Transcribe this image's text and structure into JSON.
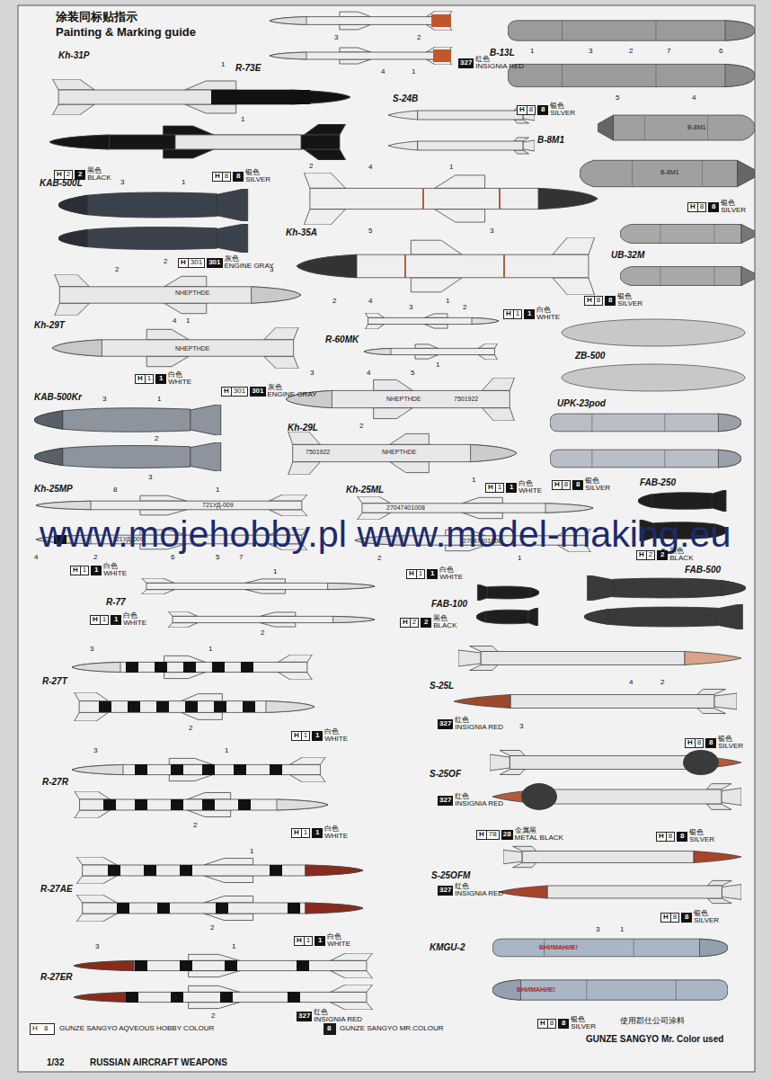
{
  "diagram": {
    "labels": [
      "涂装同标贴指示",
      "Painting & Marking guide",
      "Kh-31P",
      "1",
      "1",
      "2",
      "H",
      "2",
      "2",
      "黑色",
      "BLACK",
      "H",
      "8",
      "8",
      "银色",
      "SILVER",
      "KAB-500L",
      "3",
      "1",
      "2",
      "H",
      "301",
      "301",
      "灰色",
      "ENGINE GRAY",
      "Kh-29T",
      "2",
      "3",
      "NHEPTHDE",
      "4",
      "1",
      "NHEPTHDE",
      "H",
      "1",
      "1",
      "白色",
      "WHITE",
      "KAB-500Kr",
      "3",
      "1",
      "H",
      "301",
      "301",
      "灰色",
      "ENGINE GRAY",
      "2",
      "3",
      "Kh-25MP",
      "8",
      "1",
      "721УД-009",
      "721УД-009",
      "4",
      "2",
      "6",
      "5",
      "7",
      "H",
      "1",
      "1",
      "白色",
      "WHITE",
      "www.mojehobby.pl www.model-making.eu",
      "R-77",
      "1",
      "2",
      "H",
      "1",
      "1",
      "白色",
      "WHITE",
      "R-27T",
      "3",
      "1",
      "2",
      "H",
      "1",
      "1",
      "白色",
      "WHITE",
      "R-27R",
      "3",
      "1",
      "2",
      "H",
      "1",
      "1",
      "白色",
      "WHITE",
      "R-27AE",
      "1",
      "2",
      "H",
      "1",
      "1",
      "白色",
      "WHITE",
      "R-27ER",
      "3",
      "1",
      "2",
      "327",
      "红色",
      "INSIGNIA RED",
      "R-73E",
      "3",
      "2",
      "4",
      "1",
      "327",
      "红色",
      "INSIGNIA RED",
      "S-24B",
      "Kh-35A",
      "4",
      "1",
      "5",
      "3",
      "2",
      "4",
      "1",
      "H",
      "1",
      "1",
      "白色",
      "WHITE",
      "R-60MK",
      "3",
      "2",
      "1",
      "Kh-29L",
      "3",
      "4",
      "5",
      "NHEPTHDE",
      "7501922",
      "2",
      "7501922",
      "NHEPTHDE",
      "1",
      "H",
      "1",
      "1",
      "白色",
      "WHITE",
      "Kh-25ML",
      "27047401008",
      "27047401008",
      "2",
      "1",
      "H",
      "1",
      "1",
      "白色",
      "WHITE",
      "FAB-100",
      "H",
      "2",
      "2",
      "黑色",
      "BLACK",
      "B-13L",
      "1",
      "3",
      "2",
      "7",
      "6",
      "5",
      "4",
      "H",
      "8",
      "8",
      "银色",
      "SILVER",
      "B-8M1",
      "B-8M1",
      "B-8M1",
      "H",
      "8",
      "8",
      "银色",
      "SILVER",
      "UB-32M",
      "H",
      "8",
      "8",
      "银色",
      "SILVER",
      "ZB-500",
      "UPK-23pod",
      "H",
      "8",
      "8",
      "银色",
      "SILVER",
      "FAB-250",
      "H",
      "2",
      "2",
      "黑色",
      "BLACK",
      "FAB-500",
      "S-25L",
      "4",
      "2",
      "3",
      "327",
      "红色",
      "INSIGNIA RED",
      "H",
      "8",
      "8",
      "银色",
      "SILVER",
      "S-25OF",
      "327",
      "红色",
      "INSIGNIA RED",
      "H",
      "78",
      "28",
      "金属黑",
      "METAL BLACK",
      "H",
      "8",
      "8",
      "银色",
      "SILVER",
      "S-25OFM",
      "327",
      "红色",
      "INSIGNIA RED",
      "H",
      "8",
      "8",
      "银色",
      "SILVER",
      "KMGU-2",
      "3",
      "1",
      "ВНИМАНИЕ!",
      "ВНИМАНИЕ!",
      "H",
      "8",
      "8",
      "银色",
      "SILVER",
      "使用郡仕公司涂料",
      "GUNZE SANGYO Mr. Color used",
      "H",
      "8",
      "8",
      "1/32",
      "RUSSIAN AIRCRAFT WEAPONS"
    ],
    "legend": [
      {
        "text": "GUNZE SANGYO AQVEOUS HOBBY COLOUR"
      },
      {
        "text": "GUNZE SANGYO MR.COLOUR",
        "color": "#1a1a1a"
      }
    ]
  }
}
